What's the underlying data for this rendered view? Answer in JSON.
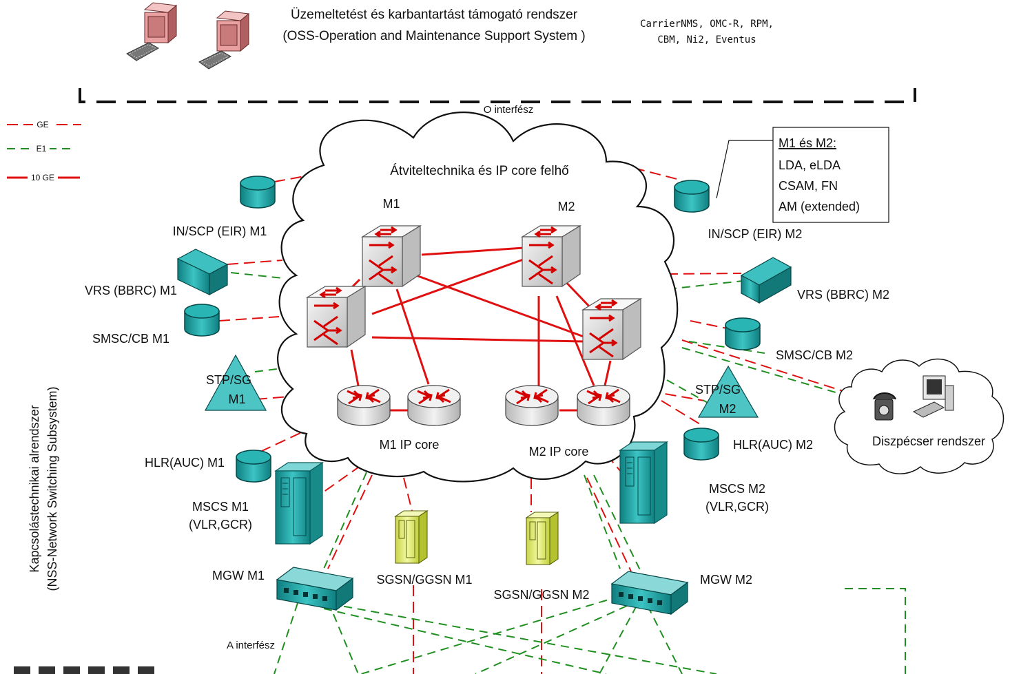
{
  "oss": {
    "title_line1": "Üzemeltetést és karbantartást támogató rendszer",
    "title_line2": "(OSS-Operation and Maintenance Support System )",
    "systems_line1": "CarrierNMS, OMC-R, RPM,",
    "systems_line2": "CBM, Ni2, Eventus"
  },
  "interfaces": {
    "o": "O interfész",
    "a": "A interfész"
  },
  "legend": {
    "ge": "GE",
    "e1": "E1",
    "ten_ge": "10 GE",
    "colors": {
      "ge": "#e01010",
      "e1": "#1f8f1f",
      "ten_ge": "#e01010"
    }
  },
  "cloud": {
    "title": "Átviteltechnika és IP core felhő",
    "m1": "M1",
    "m2": "M2",
    "m1_ip_core": "M1 IP core",
    "m2_ip_core": "M2 IP core"
  },
  "infobox": {
    "heading": "M1 és M2",
    "heading_suffix": ":",
    "lines": [
      "LDA, eLDA",
      "CSAM, FN",
      "AM (extended)"
    ]
  },
  "nodes": {
    "in_scp_m1": "IN/SCP (EIR) M1",
    "in_scp_m2": "IN/SCP (EIR) M2",
    "vrs_m1": "VRS (BBRC) M1",
    "vrs_m2": "VRS (BBRC) M2",
    "smsc_m1": "SMSC/CB M1",
    "smsc_m2": "SMSC/CB M2",
    "stp_m1_a": "STP/SG",
    "stp_m1_b": "M1",
    "stp_m2_a": "STP/SG",
    "stp_m2_b": "M2",
    "hlr_m1": "HLR(AUC) M1",
    "hlr_m2": "HLR(AUC) M2",
    "mscs_m1_a": "MSCS M1",
    "mscs_m1_b": "(VLR,GCR)",
    "mscs_m2_a": "MSCS M2",
    "mscs_m2_b": "(VLR,GCR)",
    "mgw_m1": "MGW M1",
    "mgw_m2": "MGW M2",
    "sgsn_m1": "SGSN/GGSN M1",
    "sgsn_m2": "SGSN/GGSN M2",
    "dispatcher": "Diszpécser rendszer"
  },
  "side_label": {
    "line1": "Kapcsolástechnikai alrendszer",
    "line2": "(NSS-Network Switching Subsystem)"
  },
  "colors": {
    "teal": "#1aa0a0",
    "switch_gray": "#d9d9d9",
    "arrow_red": "#e01010",
    "server_yellow": "#e6f07a",
    "oss_pink": "#e8a0a0"
  }
}
